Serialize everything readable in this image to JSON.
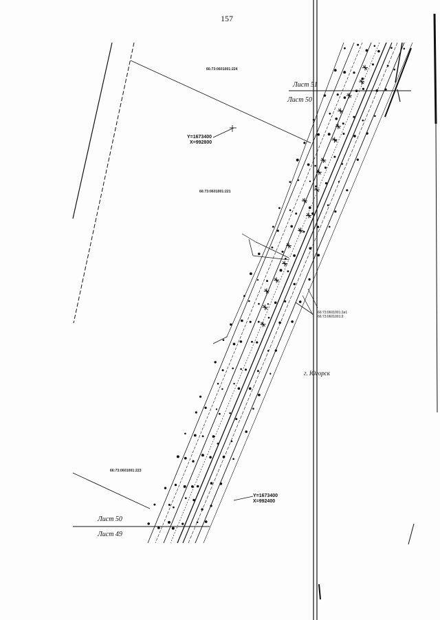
{
  "page": {
    "number": "157"
  },
  "sheets": {
    "sheet_51": "Лист 51",
    "sheet_50_top": "Лист 50",
    "sheet_50_bottom": "Лист 50",
    "sheet_49": "Лист 49"
  },
  "parcels": {
    "p224": "66:73:0601001:224",
    "p221": "66:73:0601001:221",
    "p223": "66:73:0601001:223"
  },
  "coordinates": {
    "upper": {
      "y": "Y=1673400",
      "x": "X=992800"
    },
    "lower": {
      "y": "Y=1673400",
      "x": "X=992400"
    }
  },
  "city": {
    "label": "г. Югорск"
  },
  "callout": {
    "line1": "66:73:0601001:2и1",
    "line2": "66:73:0601001:2"
  },
  "colors": {
    "ink": "#111111",
    "paper": "#fdfdfd"
  }
}
